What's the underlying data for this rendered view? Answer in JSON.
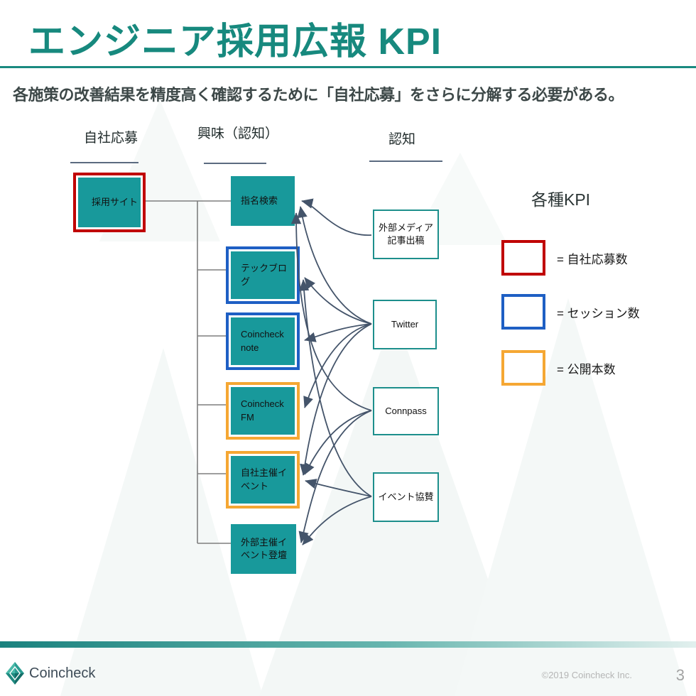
{
  "slide": {
    "title": "エンジニア採用広報 KPI",
    "subtitle": "各施策の改善結果を精度高く確認するために「自社応募」をさらに分解する必要がある。",
    "page_number": "3",
    "copyright": "©2019 Coincheck Inc.",
    "logo_text": "Coincheck"
  },
  "columns": [
    {
      "id": "jisha-obo",
      "label": "自社応募"
    },
    {
      "id": "kyomi-ninchi",
      "label": "興味（認知）"
    },
    {
      "id": "ninchi",
      "label": "認知"
    }
  ],
  "nodes": [
    {
      "id": "saiyo-site",
      "label": "採用サイト",
      "kpi": "applications",
      "column": "自社応募"
    },
    {
      "id": "shimei",
      "label": "指名検索",
      "kpi": "none",
      "column": "興味（認知）"
    },
    {
      "id": "tech-blog",
      "label": "テックブログ",
      "kpi": "sessions",
      "column": "興味（認知）"
    },
    {
      "id": "cc-note",
      "label": "Coincheck note",
      "kpi": "sessions",
      "column": "興味（認知）"
    },
    {
      "id": "cc-fm",
      "label": "Coincheck FM",
      "kpi": "published",
      "column": "興味（認知）"
    },
    {
      "id": "jisha-event",
      "label": "自社主催イベント",
      "kpi": "published",
      "column": "興味（認知）"
    },
    {
      "id": "gaibu-event",
      "label": "外部主催イベント登壇",
      "kpi": "none",
      "column": "興味（認知）"
    },
    {
      "id": "media",
      "label": "外部メディア記事出稿",
      "kpi": "outline",
      "column": "認知"
    },
    {
      "id": "twitter",
      "label": "Twitter",
      "kpi": "outline",
      "column": "認知"
    },
    {
      "id": "connpass",
      "label": "Connpass",
      "kpi": "outline",
      "column": "認知"
    },
    {
      "id": "event-kyosan",
      "label": "イベント協賛",
      "kpi": "outline",
      "column": "認知"
    }
  ],
  "tree_links": [
    {
      "from": "saiyo-site",
      "to": "shimei"
    },
    {
      "from": "saiyo-site",
      "to": "tech-blog"
    },
    {
      "from": "saiyo-site",
      "to": "cc-note"
    },
    {
      "from": "saiyo-site",
      "to": "cc-fm"
    },
    {
      "from": "saiyo-site",
      "to": "jisha-event"
    },
    {
      "from": "saiyo-site",
      "to": "gaibu-event"
    }
  ],
  "edges": [
    {
      "from": "media",
      "to": "shimei"
    },
    {
      "from": "twitter",
      "to": "shimei"
    },
    {
      "from": "twitter",
      "to": "tech-blog"
    },
    {
      "from": "twitter",
      "to": "cc-note"
    },
    {
      "from": "twitter",
      "to": "cc-fm"
    },
    {
      "from": "twitter",
      "to": "jisha-event"
    },
    {
      "from": "connpass",
      "to": "shimei"
    },
    {
      "from": "connpass",
      "to": "jisha-event"
    },
    {
      "from": "connpass",
      "to": "gaibu-event"
    },
    {
      "from": "event-kyosan",
      "to": "tech-blog"
    },
    {
      "from": "event-kyosan",
      "to": "jisha-event"
    },
    {
      "from": "event-kyosan",
      "to": "gaibu-event"
    }
  ],
  "legend": {
    "title": "各種KPI",
    "items": [
      {
        "kpi": "applications",
        "color": "#c00000",
        "label": "= 自社応募数"
      },
      {
        "kpi": "sessions",
        "color": "#1e5fc4",
        "label": "= セッション数"
      },
      {
        "kpi": "published",
        "color": "#f5a733",
        "label": "= 公開本数"
      }
    ]
  },
  "colors": {
    "accent_teal": "#17897e",
    "box_fill": "#18999b",
    "outline_box_border": "#1d8f8c",
    "kpi_red": "#c00000",
    "kpi_blue": "#1e5fc4",
    "kpi_orange": "#f5a733",
    "arrow": "#44546a",
    "tree_line": "#7f7f7f"
  }
}
